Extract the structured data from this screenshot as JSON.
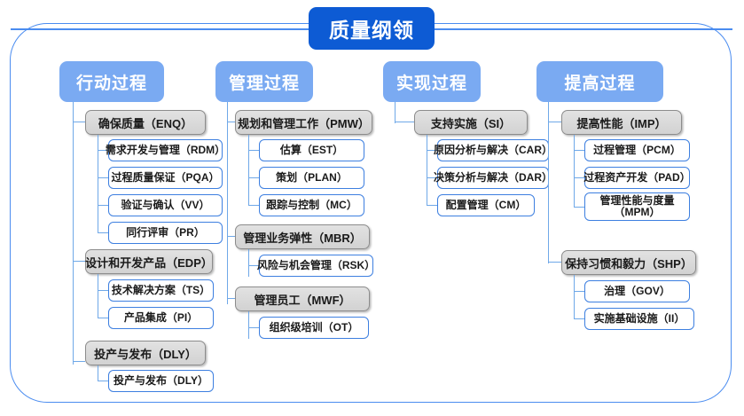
{
  "diagram": {
    "title": "质量纲领",
    "colors": {
      "title_bg": "#0d5bd4",
      "header_bg": "#7aaaf2",
      "group_bg": "#d9d9d9",
      "group_border": "#8c8c8c",
      "leaf_border": "#3d7fe0",
      "connector": "#6fa8e8",
      "frame_border": "#4a8cf0"
    },
    "columns": [
      {
        "header": "行动过程",
        "groups": [
          {
            "label": "确保质量（ENQ）",
            "items": [
              "需求开发与管理（RDM）",
              "过程质量保证（PQA）",
              "验证与确认（VV）",
              "同行评审（PR）"
            ]
          },
          {
            "label": "设计和开发产品（EDP）",
            "items": [
              "技术解决方案（TS）",
              "产品集成（PI）"
            ]
          },
          {
            "label": "投产与发布（DLY）",
            "items": [
              "投产与发布（DLY）"
            ]
          }
        ]
      },
      {
        "header": "管理过程",
        "groups": [
          {
            "label": "规划和管理工作（PMW）",
            "items": [
              "估算（EST）",
              "策划（PLAN）",
              "跟踪与控制（MC）"
            ]
          },
          {
            "label": "管理业务弹性（MBR）",
            "items": [
              "风险与机会管理（RSK）"
            ]
          },
          {
            "label": "管理员工（MWF）",
            "items": [
              "组织级培训（OT）"
            ]
          }
        ]
      },
      {
        "header": "实现过程",
        "groups": [
          {
            "label": "支持实施（SI）",
            "items": [
              "原因分析与解决（CAR）",
              "决策分析与解决（DAR）",
              "配置管理（CM）"
            ]
          }
        ]
      },
      {
        "header": "提高过程",
        "groups": [
          {
            "label": "提高性能（IMP）",
            "items": [
              "过程管理（PCM）",
              "过程资产开发（PAD）",
              "管理性能与度量（MPM）"
            ]
          },
          {
            "label": "保持习惯和毅力（SHP）",
            "items": [
              "治理（GOV）",
              "实施基础设施（II）"
            ]
          }
        ]
      }
    ]
  }
}
